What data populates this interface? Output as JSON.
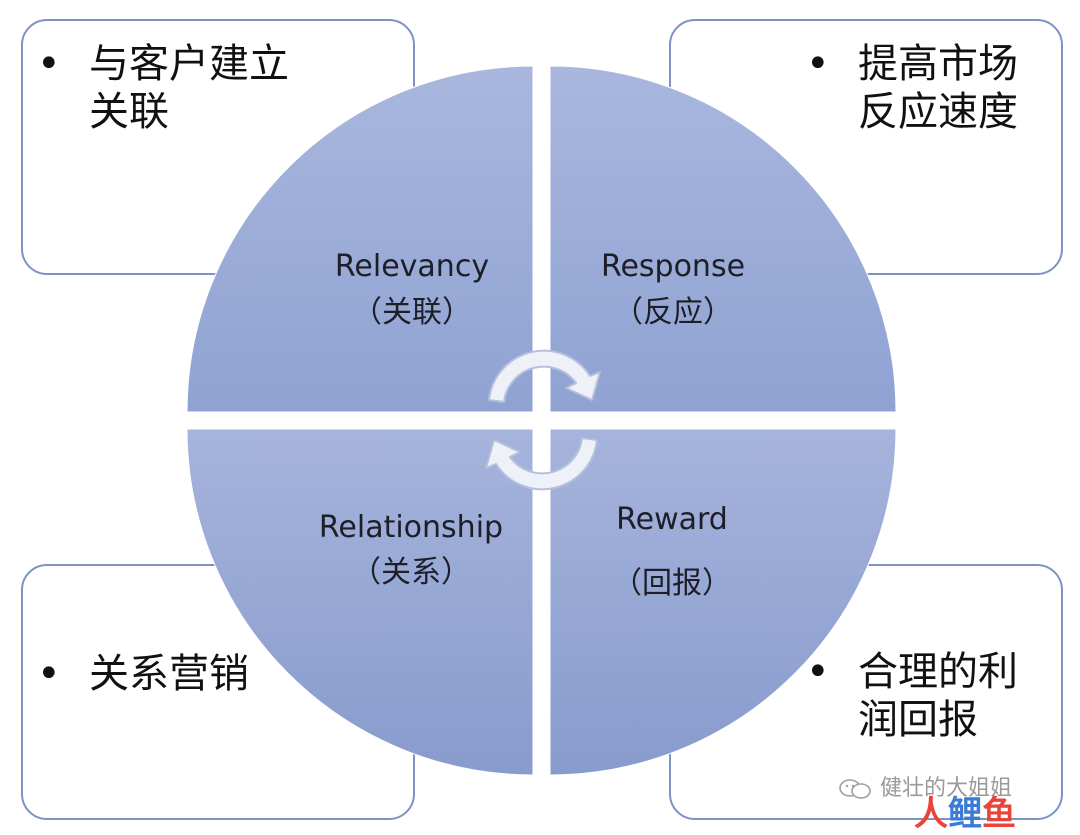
{
  "quadrants": [
    {
      "id": "relevancy",
      "title": "Relevancy",
      "subtitle": "（关联）"
    },
    {
      "id": "response",
      "title": "Response",
      "subtitle": "（反应）"
    },
    {
      "id": "relationship",
      "title": "Relationship",
      "subtitle": "（关系）"
    },
    {
      "id": "reward",
      "title": "Reward",
      "subtitle": "（回报）"
    }
  ],
  "boxes": {
    "top_left": {
      "bullet": "•",
      "text": "与客户建立关联"
    },
    "top_right": {
      "bullet": "•",
      "text": "提高市场反应速度"
    },
    "bottom_left": {
      "bullet": "•",
      "text": "关系营销"
    },
    "bottom_right": {
      "bullet": "•",
      "text": "合理的利润回报"
    }
  },
  "watermark": {
    "text": "健壮的大姐姐",
    "logo_1": "人",
    "logo_2": "鲤",
    "logo_3": "鱼"
  },
  "colors": {
    "quadrant_top": "#a7b5dc",
    "quadrant_bottom": "#8c9fd0",
    "box_border": "#7c93c4",
    "arrow_fill": "#eef1f8",
    "arrow_stroke": "#b5c0dc",
    "text": "#111111"
  },
  "icons": {
    "cycle_arrows": "circular-arrows-icon",
    "wechat": "wechat-icon"
  }
}
